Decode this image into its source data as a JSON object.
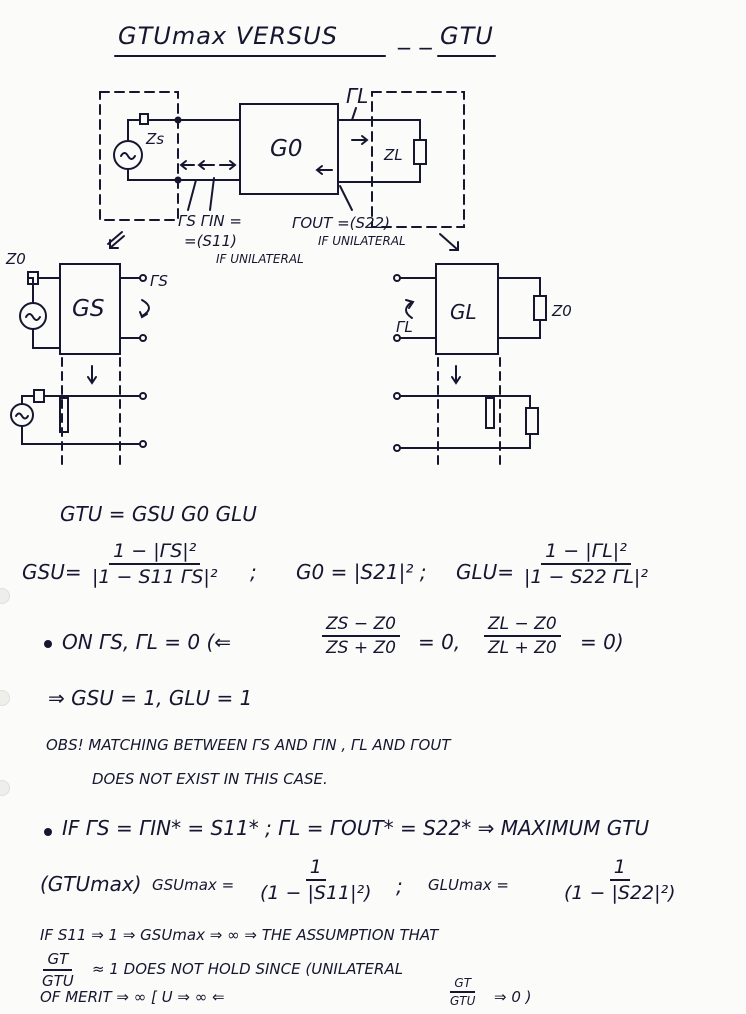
{
  "title": {
    "left": "GTUmax VERSUS",
    "dash": "_ _",
    "right": "GTU"
  },
  "diagram": {
    "zs": "Zs",
    "zl": "ZL",
    "g0": "G0",
    "gamma_l": "ΓL",
    "gamma_s_in": "ΓS  ΓIN =",
    "s11_eq": "=(S11)",
    "gamma_out": "ΓOUT =(S22)",
    "if_unilateral_1": "IF UNILATERAL",
    "if_unilateral_2": "IF UNILATERAL",
    "z0_left": "Z0",
    "gs_block": "GS",
    "gamma_s_right": "ΓS",
    "gl_block": "GL",
    "gamma_l_left": "ΓL",
    "z0_right": "Z0"
  },
  "equations": {
    "gtu": "GTU = GSU G0 GLU",
    "gsu_label": "GSU=",
    "gsu_num": "1 − |ΓS|²",
    "gsu_den": "|1 − S11 ΓS|²",
    "sep1": ";",
    "g0_eq": "G0 = |S21|² ;",
    "glu_label": "GLU=",
    "glu_num": "1 − |ΓL|²",
    "glu_den": "|1 − S22 ΓL|²",
    "on_line_a": "ON ΓS, ΓL = 0 (⇐",
    "zs_num": "ZS − Z0",
    "zs_den": "ZS + Z0",
    "eq0_a": "= 0,",
    "zl_num": "ZL − Z0",
    "zl_den": "ZL + Z0",
    "eq0_b": "= 0)",
    "implies": "⇒ GSU = 1,  GLU = 1",
    "obs_1": "OBS! MATCHING BETWEEN ΓS AND ΓIN , ΓL AND ΓOUT",
    "obs_2": "DOES NOT EXIST IN THIS CASE.",
    "if_line": "IF  ΓS = ΓIN* = S11* ;  ΓL = ΓOUT* = S22* ⇒ MAXIMUM GTU",
    "gtumax": "(GTUmax)",
    "gsmax_label": "GSUmax =",
    "gsmax_num": "1",
    "gsmax_den": "(1 − |S11|²)",
    "sep2": ";",
    "glmax_label": "GLUmax =",
    "glmax_num": "1",
    "glmax_den": "(1 − |S22|²)",
    "if_s11": "IF  S11 ⇒ 1 ⇒ GSUmax ⇒ ∞ ⇒ THE ASSUMPTION THAT",
    "gt_num": "GT",
    "gt_den": "GTU",
    "approx_line": "≈ 1 DOES NOT HOLD SINCE (UNILATERAL",
    "merit_line": "OF MERIT ⇒ ∞ [ U ⇒ ∞ ⇐",
    "gt_num2": "GT",
    "gt_den2": "GTU",
    "merit_end": "⇒ 0 )"
  }
}
